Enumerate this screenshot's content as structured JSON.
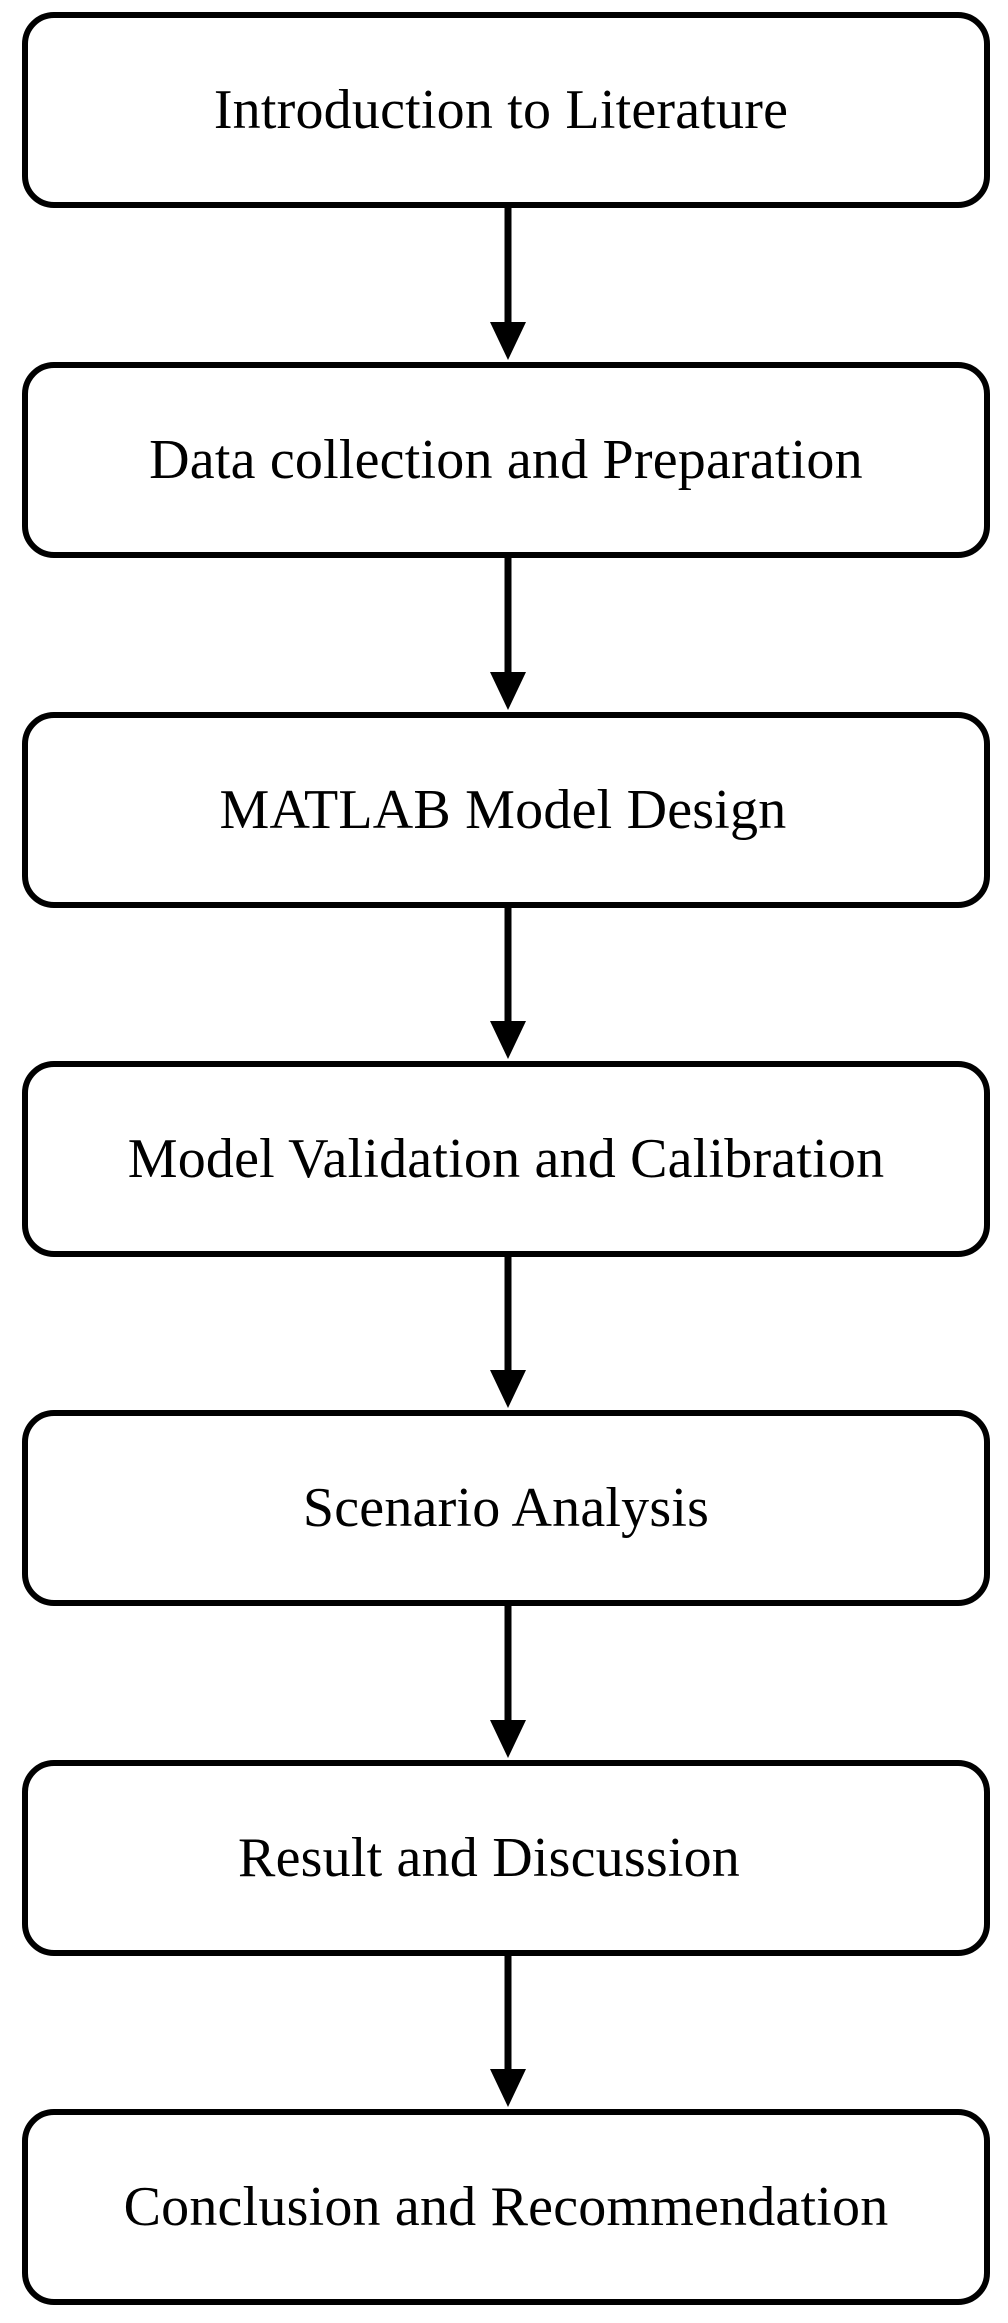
{
  "diagram": {
    "steps": [
      {
        "label": "Introduction to Literature"
      },
      {
        "label": "Data collection and Preparation"
      },
      {
        "label": "MATLAB Model Design"
      },
      {
        "label": "Model Validation and Calibration"
      },
      {
        "label": "Scenario Analysis"
      },
      {
        "label": "Result and Discussion"
      },
      {
        "label": "Conclusion and Recommendation"
      }
    ],
    "edges": [
      {
        "from": 1,
        "to": 2
      },
      {
        "from": 2,
        "to": 3
      },
      {
        "from": 3,
        "to": 4
      },
      {
        "from": 4,
        "to": 5
      },
      {
        "from": 5,
        "to": 6
      },
      {
        "from": 6,
        "to": 7
      }
    ],
    "line_color": "#000000",
    "box_fill": "#ffffff"
  }
}
